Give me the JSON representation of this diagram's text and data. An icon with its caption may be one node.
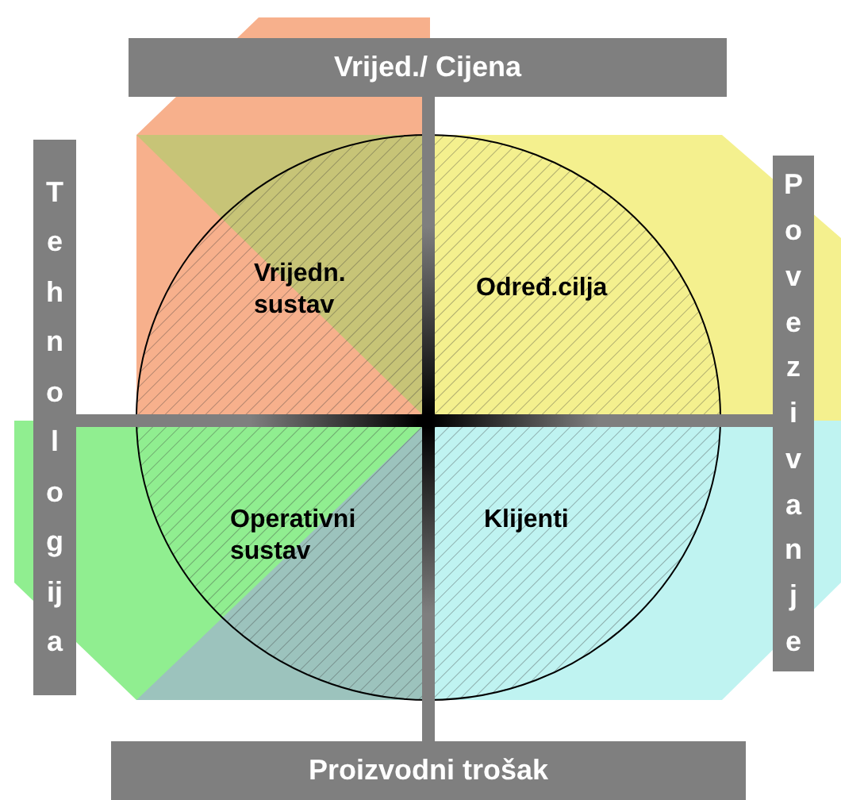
{
  "diagram": {
    "nodes": [
      {
        "text": [
          "Vrijed./ Cijena"
        ]
      },
      {
        "text": [
          "Tehnologija"
        ]
      },
      {
        "text": [
          "Povezivanje"
        ]
      },
      {
        "text": [
          "Proizvodni trošak"
        ]
      }
    ],
    "labels": [
      "Vrijedn. sustav",
      "Određ.cilja",
      "Operativni sustav",
      "Klijenti"
    ]
  }
}
